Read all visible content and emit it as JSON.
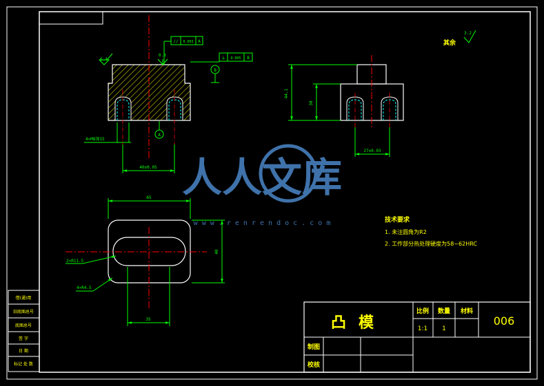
{
  "title_block": {
    "part_name": "凸模",
    "label_scale": "比例",
    "label_quantity": "数量",
    "label_material": "材料",
    "value_scale": "1:1",
    "value_quantity": "1",
    "drawing_number": "006",
    "label_drawn": "制图",
    "label_checked": "校核"
  },
  "technical_requirements": {
    "heading": "技术要求",
    "items": [
      "1. 未注圆角为R2",
      "2. 工作部分热处理硬度为58~62HRC"
    ]
  },
  "roughness_rest": {
    "label": "其余",
    "value": "3.2"
  },
  "dimensions": {
    "front_thread": "4×M8深15",
    "front_spacing": "40±0.05",
    "front_roughness": "0.8",
    "datum_a": "A",
    "datum_b": "B",
    "left_roughness": "6.4",
    "fcf1_symbol": "//",
    "fcf1_value": "0.003",
    "fcf1_datum": "A",
    "fcf2_symbol": "⊥",
    "fcf2_value": "0.005",
    "fcf2_datum": "B",
    "side_total_height": "44.1",
    "side_height": "30",
    "side_spacing": "27±0.03",
    "plan_width": "65",
    "plan_height": "40",
    "plan_slot": "2×R11.5",
    "plan_corner": "4×R4.5",
    "plan_bottom": "35"
  },
  "left_strip": {
    "rows": [
      "借(通)用",
      "旧底图总号",
      "底图总号",
      "签 字",
      "日 期",
      "标记 处 数"
    ]
  },
  "watermark": {
    "brand": "人人文库",
    "url": "w w w . r e n r e n d o c . c o m"
  },
  "colors": {
    "background": "#000000",
    "outline": "#ffffff",
    "dimension": "#00ff00",
    "centerline": "#ff0000",
    "hatch": "#ffff00",
    "thread": "#00ffff",
    "watermark": "#4a86c8"
  }
}
